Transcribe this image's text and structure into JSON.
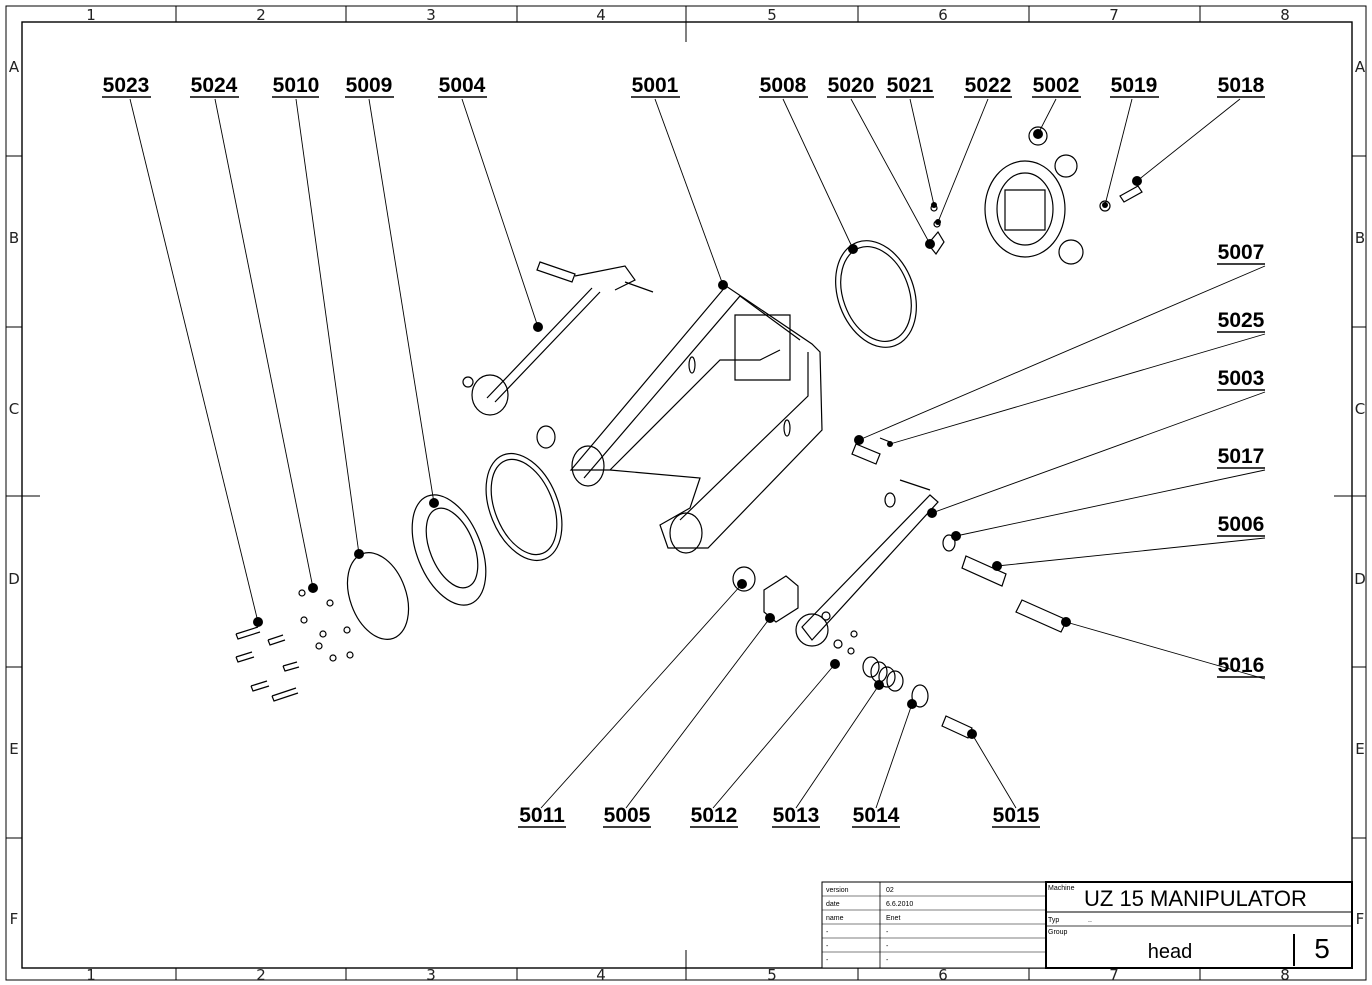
{
  "grid": {
    "columns": [
      "1",
      "2",
      "3",
      "4",
      "5",
      "6",
      "7",
      "8"
    ],
    "rows": [
      "A",
      "B",
      "C",
      "D",
      "E",
      "F"
    ]
  },
  "callouts": {
    "p5023": "5023",
    "p5024": "5024",
    "p5010": "5010",
    "p5009": "5009",
    "p5004": "5004",
    "p5001": "5001",
    "p5008": "5008",
    "p5020": "5020",
    "p5021": "5021",
    "p5022": "5022",
    "p5002": "5002",
    "p5019": "5019",
    "p5018": "5018",
    "p5007": "5007",
    "p5025": "5025",
    "p5003": "5003",
    "p5017": "5017",
    "p5006": "5006",
    "p5016": "5016",
    "p5011": "5011",
    "p5005": "5005",
    "p5012": "5012",
    "p5013": "5013",
    "p5014": "5014",
    "p5015": "5015"
  },
  "title_block": {
    "version_label": "version",
    "version_value": "02",
    "date_label": "date",
    "date_value": "6.6.2010",
    "name_label": "name",
    "name_value": "Enet",
    "dash": "-",
    "machine_label": "Machine",
    "machine_value": "UZ 15 MANIPULATOR",
    "type_label": "Typ",
    "type_value": "..",
    "group_label": "Group",
    "group_value": "head",
    "page_number": "5"
  }
}
